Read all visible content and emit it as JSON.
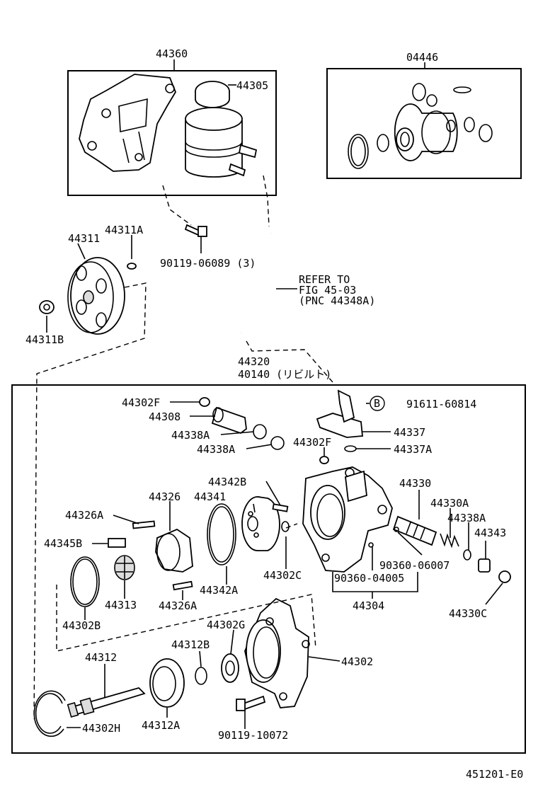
{
  "labels": {
    "l44360": "44360",
    "l44305": "44305",
    "l04446": "04446",
    "l44311": "44311",
    "l44311A": "44311A",
    "l44311B": "44311B",
    "l90119_06089": "90119-06089 (3)",
    "refer1": "REFER TO",
    "refer2": "FIG 45-03",
    "refer3": "(PNC 44348A)",
    "l44320": "44320",
    "l40140": "40140 (リビルト)",
    "l44302F_a": "44302F",
    "l44308": "44308",
    "l44338A_a": "44338A",
    "l44338A_b": "44338A",
    "l44302F_b": "44302F",
    "b_mark": "B",
    "l91611": "91611-60814",
    "l44337": "44337",
    "l44337A": "44337A",
    "l44342B": "44342B",
    "l44326": "44326",
    "l44341": "44341",
    "l44330": "44330",
    "l44330A": "44330A",
    "l44338A_c": "44338A",
    "l44343": "44343",
    "l44326A_a": "44326A",
    "l44345B": "44345B",
    "l90360_06007": "90360-06007",
    "l44302C": "44302C",
    "l90360_04005": "90360-04005",
    "l44342A": "44342A",
    "l44313": "44313",
    "l44326A_b": "44326A",
    "l44304": "44304",
    "l44330C": "44330C",
    "l44302B": "44302B",
    "l44302G": "44302G",
    "l44312B": "44312B",
    "l44312": "44312",
    "l44302": "44302",
    "l44302H": "44302H",
    "l44312A": "44312A",
    "l90119_10072": "90119-10072",
    "footer": "451201-E0"
  }
}
